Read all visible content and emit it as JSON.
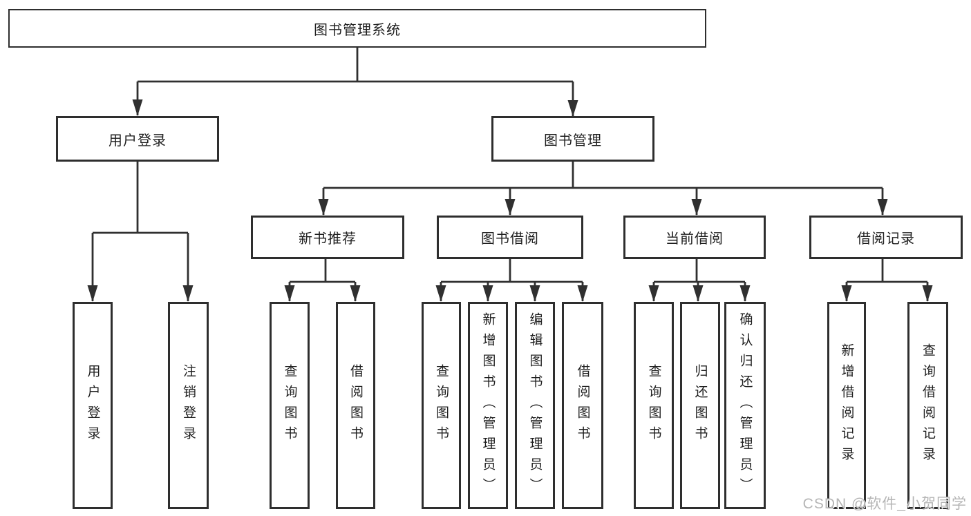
{
  "tree": {
    "root": "图书管理系统",
    "children": [
      {
        "label": "用户登录",
        "children": [
          {
            "label": "用户登录"
          },
          {
            "label": "注销登录"
          }
        ]
      },
      {
        "label": "图书管理",
        "children": [
          {
            "label": "新书推荐",
            "children": [
              {
                "label": "查询图书"
              },
              {
                "label": "借阅图书"
              }
            ]
          },
          {
            "label": "图书借阅",
            "children": [
              {
                "label": "查询图书"
              },
              {
                "label": "新增图书（管理员）"
              },
              {
                "label": "编辑图书（管理员）"
              },
              {
                "label": "借阅图书"
              }
            ]
          },
          {
            "label": "当前借阅",
            "children": [
              {
                "label": "查询图书"
              },
              {
                "label": "归还图书"
              },
              {
                "label": "确认归还（管理员）"
              }
            ]
          },
          {
            "label": "借阅记录",
            "children": [
              {
                "label": "新增借阅记录"
              },
              {
                "label": "查询借阅记录"
              }
            ]
          }
        ]
      }
    ]
  },
  "watermark": {
    "text": "CSDN @软件_小贺同学"
  },
  "colors": {
    "line": "#303030",
    "border": "#2e2e2e",
    "text": "#1f1f1f",
    "background": "#ffffff",
    "watermark": "#b5b5b5"
  }
}
